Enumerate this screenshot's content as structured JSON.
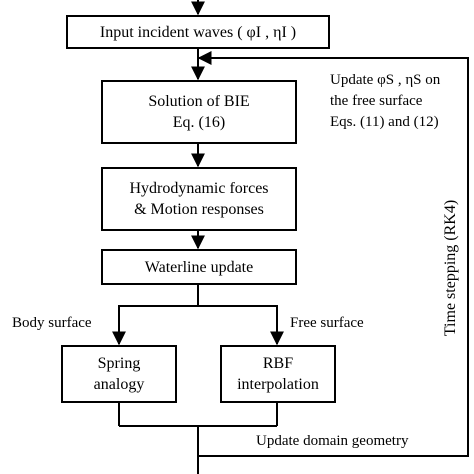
{
  "diagram": {
    "input_box": {
      "line1": "Input incident waves ( φI , ηI )"
    },
    "bie_box": {
      "line1": "Solution of BIE",
      "line2": "Eq. (16)"
    },
    "forces_box": {
      "line1": "Hydrodynamic forces",
      "line2": "& Motion responses"
    },
    "waterline_box": {
      "line1": "Waterline update"
    },
    "spring_box": {
      "line1": "Spring",
      "line2": "analogy"
    },
    "rbf_box": {
      "line1": "RBF",
      "line2": "interpolation"
    },
    "update_label": {
      "line1": "Update φS , ηS on",
      "line2": "the free surface",
      "line3": "Eqs. (11) and (12)"
    },
    "body_surface_label": "Body surface",
    "free_surface_label": "Free surface",
    "domain_label": "Update domain geometry",
    "time_stepping_label": "Time stepping (RK4)"
  }
}
